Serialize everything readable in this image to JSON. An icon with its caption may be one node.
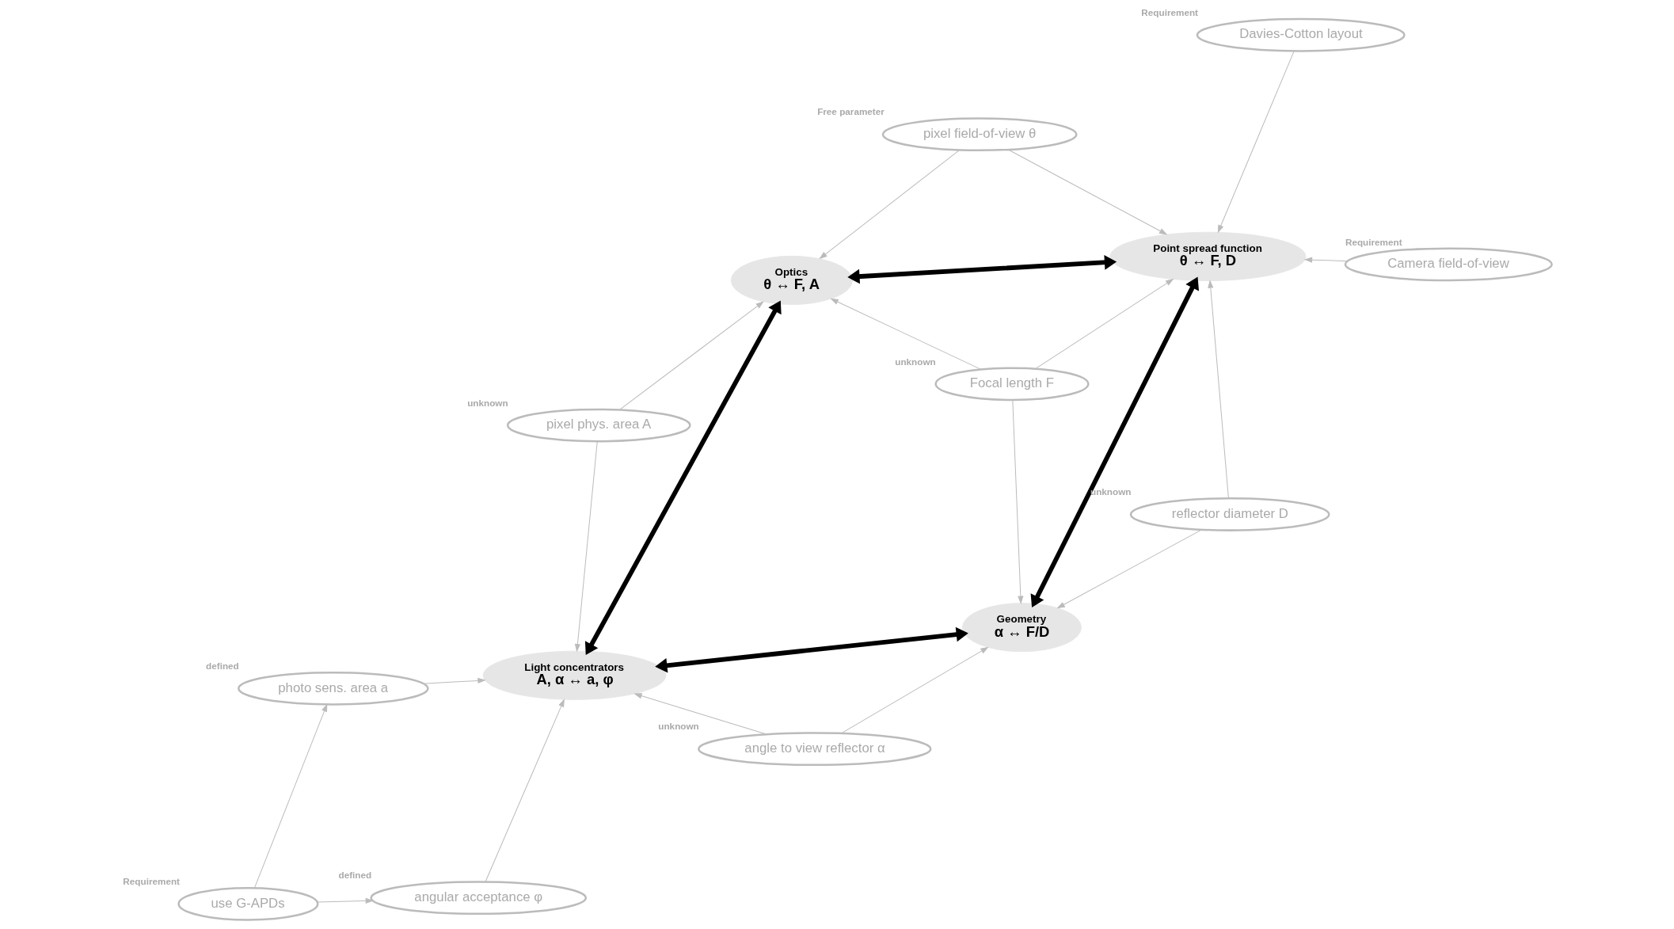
{
  "diagram": {
    "nodes": [
      {
        "text": [
          "Optics",
          "θ ↔ F, A"
        ]
      },
      {
        "text": [
          "Light concentrators",
          "A, α ↔ a, φ"
        ]
      },
      {
        "text": [
          "Point spread function",
          "θ ↔ F, D"
        ]
      },
      {
        "text": [
          "Geometry",
          "α ↔ F/D"
        ]
      },
      {
        "text": [
          "pixel field-of-view θ"
        ],
        "beside": [
          "Free parameter"
        ]
      },
      {
        "text": [
          "pixel phys. area A"
        ],
        "beside": [
          "unknown"
        ]
      },
      {
        "text": [
          "photo sens. area a"
        ],
        "beside": [
          "defined"
        ]
      },
      {
        "text": [
          "Camera field-of-view"
        ],
        "beside": [
          "Requirement"
        ]
      },
      {
        "text": [
          "use G-APDs"
        ],
        "beside": [
          "Requirement"
        ]
      },
      {
        "text": [
          "Focal length F"
        ],
        "beside": [
          "unknown"
        ]
      },
      {
        "text": [
          "angular acceptance φ"
        ],
        "beside": [
          "defined"
        ]
      },
      {
        "text": [
          "reflector diameter D"
        ],
        "beside": [
          "unknown"
        ]
      },
      {
        "text": [
          "angle to view reflector α"
        ],
        "beside": [
          "unknown"
        ]
      },
      {
        "text": [
          "Davies-Cotton layout"
        ],
        "beside": [
          "Requirement"
        ]
      }
    ],
    "edges": [
      {
        "from": 4,
        "to": 0,
        "arrow": "to"
      },
      {
        "from": 4,
        "to": 2,
        "arrow": "to"
      },
      {
        "from": 5,
        "to": 0,
        "arrow": "to"
      },
      {
        "from": 5,
        "to": 1,
        "arrow": "to"
      },
      {
        "from": 6,
        "to": 1,
        "arrow": "to"
      },
      {
        "from": 7,
        "to": 2,
        "arrow": "to"
      },
      {
        "from": 8,
        "to": 6,
        "arrow": "to"
      },
      {
        "from": 8,
        "to": 10,
        "arrow": "to"
      },
      {
        "from": 9,
        "to": 0,
        "arrow": "to"
      },
      {
        "from": 9,
        "to": 2,
        "arrow": "to"
      },
      {
        "from": 9,
        "to": 3,
        "arrow": "to"
      },
      {
        "from": 10,
        "to": 1,
        "arrow": "to"
      },
      {
        "from": 11,
        "to": 2,
        "arrow": "to"
      },
      {
        "from": 11,
        "to": 3,
        "arrow": "to"
      },
      {
        "from": 12,
        "to": 1,
        "arrow": "to"
      },
      {
        "from": 12,
        "to": 3,
        "arrow": "to"
      },
      {
        "from": 13,
        "to": 2,
        "arrow": "to"
      },
      {
        "from": 2,
        "to": 0,
        "arrow": "both",
        "style": "thick",
        "color": "#000000"
      },
      {
        "from": 0,
        "to": 1,
        "arrow": "both",
        "style": "thick",
        "color": "#000000"
      },
      {
        "from": 1,
        "to": 3,
        "arrow": "both",
        "style": "thick",
        "color": "#000000"
      },
      {
        "from": 2,
        "to": 3,
        "arrow": "both",
        "style": "thick",
        "color": "#000000"
      }
    ]
  }
}
